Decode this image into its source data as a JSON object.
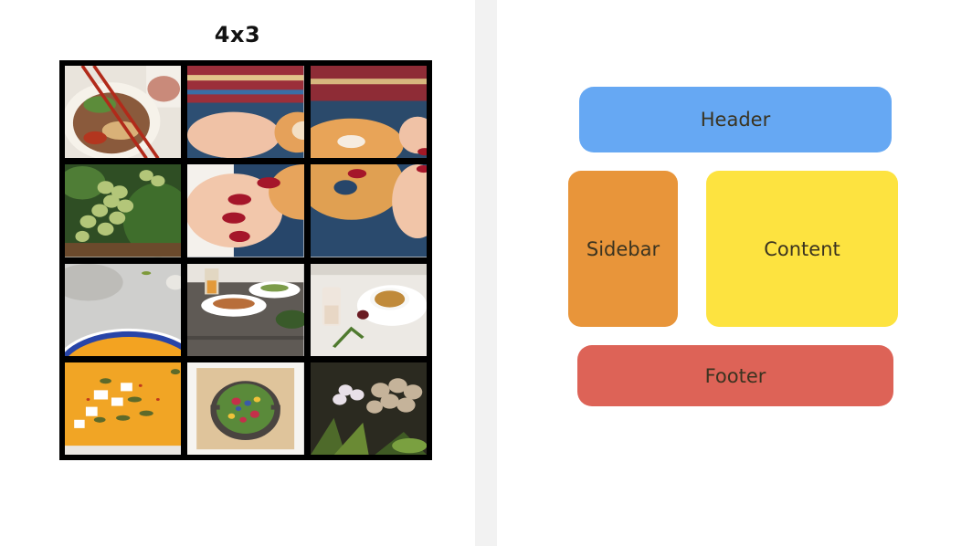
{
  "grid": {
    "title": "4x3",
    "tiles": [
      {
        "name": "photo-tile-noodle-soup",
        "subject": "noodle-bowl"
      },
      {
        "name": "photo-tile-sweater-hands",
        "subject": "sweater-top"
      },
      {
        "name": "photo-tile-donut-top",
        "subject": "donut-top"
      },
      {
        "name": "photo-tile-grapes",
        "subject": "grapes"
      },
      {
        "name": "photo-tile-hand-nails",
        "subject": "hand-nails"
      },
      {
        "name": "photo-tile-donut-bottom",
        "subject": "donut-bottom"
      },
      {
        "name": "photo-tile-soup-bowl-top",
        "subject": "soup-top"
      },
      {
        "name": "photo-tile-table-setting",
        "subject": "table-setting"
      },
      {
        "name": "photo-tile-coffee-cup",
        "subject": "coffee"
      },
      {
        "name": "photo-tile-soup-bowl-bottom",
        "subject": "soup-bottom"
      },
      {
        "name": "photo-tile-salad-bowl",
        "subject": "salad"
      },
      {
        "name": "photo-tile-market-vegetables",
        "subject": "market"
      }
    ]
  },
  "layout_diagram": {
    "header": {
      "label": "Header",
      "color": "#66a8f3"
    },
    "sidebar": {
      "label": "Sidebar",
      "color": "#e8953a"
    },
    "content": {
      "label": "Content",
      "color": "#fde340"
    },
    "footer": {
      "label": "Footer",
      "color": "#dd6357"
    }
  },
  "colors": {
    "grid_border": "#000000",
    "divider": "#f2f2f2",
    "label_text": "#3a3320"
  }
}
